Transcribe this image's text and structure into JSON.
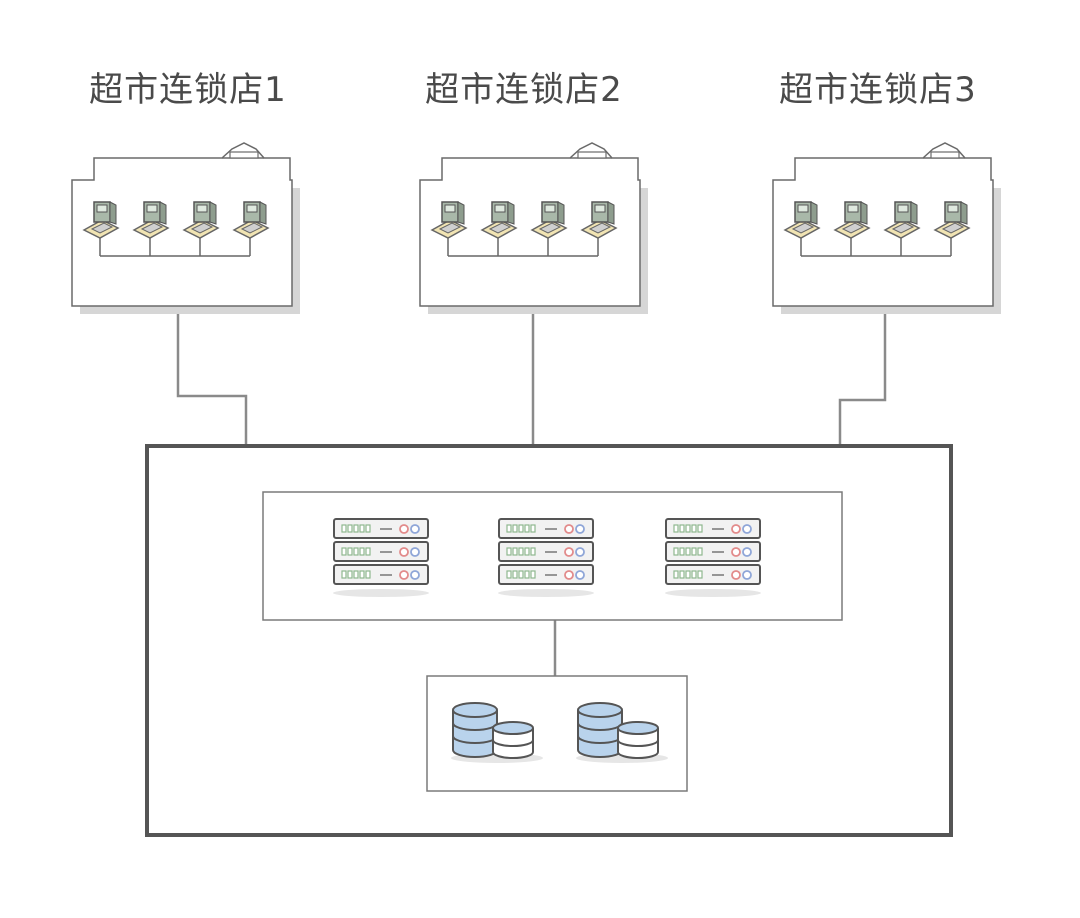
{
  "stores": [
    {
      "label": "超市连锁店1",
      "terminal_count": 4,
      "terminal_icon": "pos-terminal-icon",
      "building_icon": "store-building-icon"
    },
    {
      "label": "超市连锁店2",
      "terminal_count": 4,
      "terminal_icon": "pos-terminal-icon",
      "building_icon": "store-building-icon"
    },
    {
      "label": "超市连锁店3",
      "terminal_count": 4,
      "terminal_icon": "pos-terminal-icon",
      "building_icon": "store-building-icon"
    }
  ],
  "datacenter": {
    "server_group": {
      "server_count": 3,
      "icon": "server-rack-icon"
    },
    "database_group": {
      "database_count": 2,
      "icon": "database-icon"
    }
  },
  "colors": {
    "line": "#8a8a8a",
    "frame": "#555555",
    "building_fill": "#ffffff",
    "building_shadow": "#d6d6d6",
    "db_blue": "#b9d3ec",
    "server_fill": "#f2f2f2",
    "led_green": "#8fb88f",
    "led_red": "#e28b8b",
    "led_blue": "#8fa6d8"
  }
}
